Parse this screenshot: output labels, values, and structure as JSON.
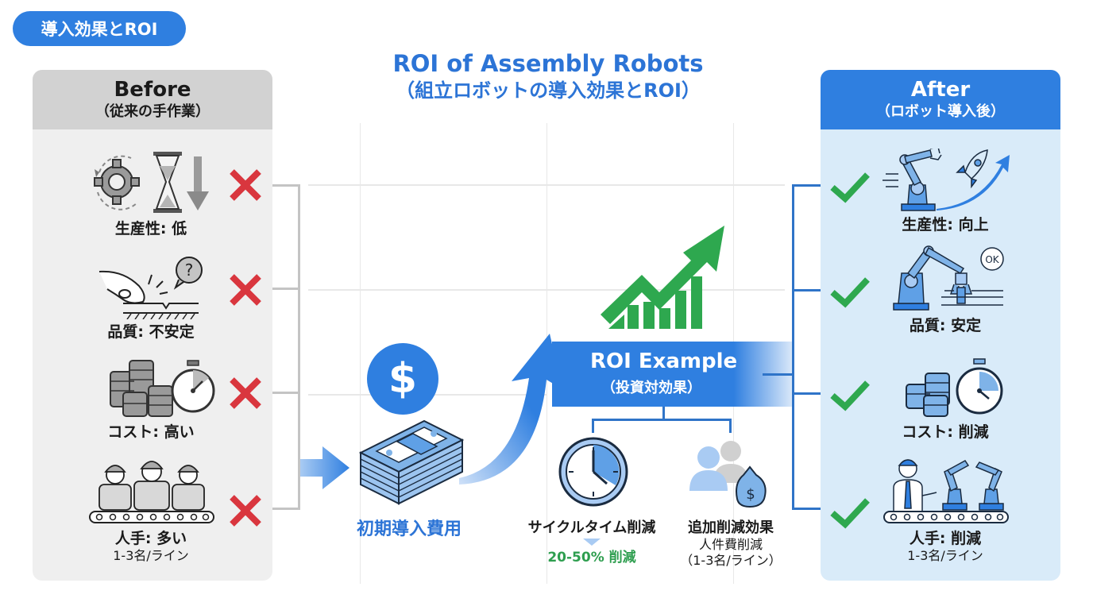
{
  "badge": {
    "label": "導入効果とROI"
  },
  "title": {
    "en": "ROI of Assembly Robots",
    "jp": "（組立ロボットの導入効果とROI）"
  },
  "colors": {
    "primary_blue": "#2f7fe0",
    "light_blue_panel": "#d9ebf9",
    "before_gray": "#efefef",
    "before_header": "#d2d2d2",
    "cross_red": "#d9363e",
    "check_green": "#2ea84f",
    "growth_green": "#2ea84f"
  },
  "before": {
    "title": "Before",
    "subtitle": "（従来の手作業）",
    "items": [
      {
        "icon": "gear-hourglass-down-icon",
        "label": "生産性: 低",
        "status": "cross"
      },
      {
        "icon": "hand-crack-question-icon",
        "label": "品質: 不安定",
        "status": "cross"
      },
      {
        "icon": "coins-stopwatch-icon",
        "label": "コスト: 高い",
        "status": "cross"
      },
      {
        "icon": "stressed-workers-conveyor-icon",
        "label": "人手: 多い",
        "sub": "1-3名/ライン",
        "status": "cross"
      }
    ]
  },
  "center": {
    "cost_icon": "dollar-circle-icon",
    "money_icon": "money-stack-icon",
    "cost_label": "初期導入費用",
    "growth_icon": "growth-chart-arrow-icon",
    "roi": {
      "title": "ROI Example",
      "subtitle": "（投資対効果）"
    },
    "effects": [
      {
        "icon": "clock-icon",
        "title": "サイクルタイム削減",
        "value": "20-50% 削減"
      },
      {
        "icon": "people-money-bag-icon",
        "title": "追加削減効果",
        "line1": "人件費削減",
        "line2": "（1-3名/ライン）"
      }
    ]
  },
  "after": {
    "title": "After",
    "subtitle": "（ロボット導入後）",
    "items": [
      {
        "icon": "robot-arm-rocket-icon",
        "label": "生産性: 向上",
        "status": "check"
      },
      {
        "icon": "robot-arm-ok-icon",
        "label": "品質: 安定",
        "status": "check"
      },
      {
        "icon": "coins-stopwatch-icon",
        "label": "コスト: 削減",
        "status": "check"
      },
      {
        "icon": "person-robots-conveyor-icon",
        "label": "人手: 削減",
        "sub": "1-3名/ライン",
        "status": "check"
      }
    ]
  }
}
